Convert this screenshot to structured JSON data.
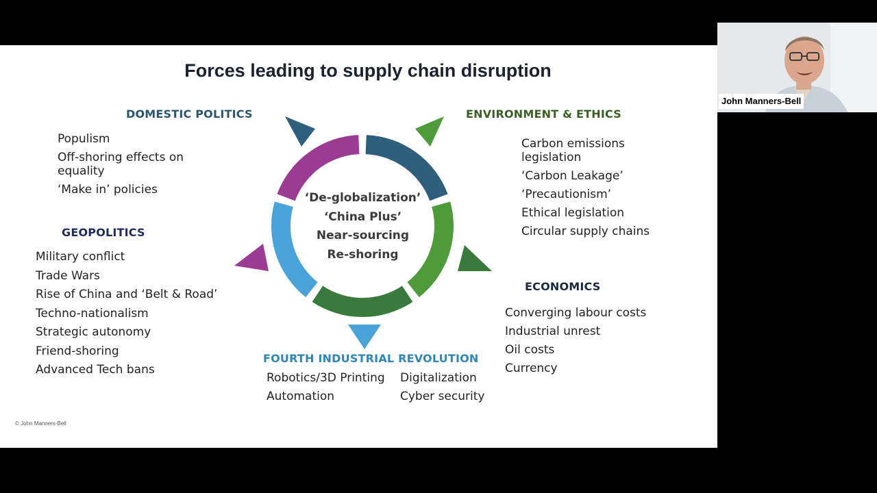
{
  "slide": {
    "title": "Forces leading to supply chain disruption",
    "copyright": "© John Manners-Bell",
    "center_lines": [
      "‘De-globalization’",
      "‘China Plus’",
      "Near-sourcing",
      "Re-shoring"
    ],
    "sections": {
      "domestic_politics": {
        "heading": "DOMESTIC POLITICS",
        "color": "#2a5570",
        "items": [
          "Populism",
          "Off-shoring effects on equality",
          "‘Make in’ policies"
        ]
      },
      "geopolitics": {
        "heading": "GEOPOLITICS",
        "color": "#1d2a5c",
        "items": [
          "Military conflict",
          "Trade Wars",
          "Rise of China and ‘Belt & Road’",
          "Techno-nationalism",
          "Strategic autonomy",
          "Friend-shoring",
          "Advanced Tech bans"
        ]
      },
      "environment_ethics": {
        "heading": "ENVIRONMENT & ETHICS",
        "color": "#3a5e24",
        "items": [
          "Carbon emissions legislation",
          "‘Carbon Leakage’",
          "‘Precautionism’",
          "Ethical legislation",
          "Circular supply chains"
        ]
      },
      "economics": {
        "heading": "ECONOMICS",
        "color": "#1a2a3a",
        "items": [
          "Converging labour costs",
          "Industrial unrest",
          "Oil costs",
          "Currency"
        ]
      },
      "fourth_industrial_revolution": {
        "heading": "FOURTH INDUSTRIAL REVOLUTION",
        "color": "#2f86b4",
        "col1": [
          "Robotics/3D Printing",
          "Automation"
        ],
        "col2": [
          "Digitalization",
          "Cyber security"
        ]
      }
    },
    "wheel_colors": {
      "navy": "#2f5f7d",
      "green": "#4f9a3a",
      "dark_green": "#3a7a3c",
      "blue": "#4aa3d8",
      "purple": "#9b3b93"
    }
  },
  "participant": {
    "name": "John Manners-Bell"
  }
}
